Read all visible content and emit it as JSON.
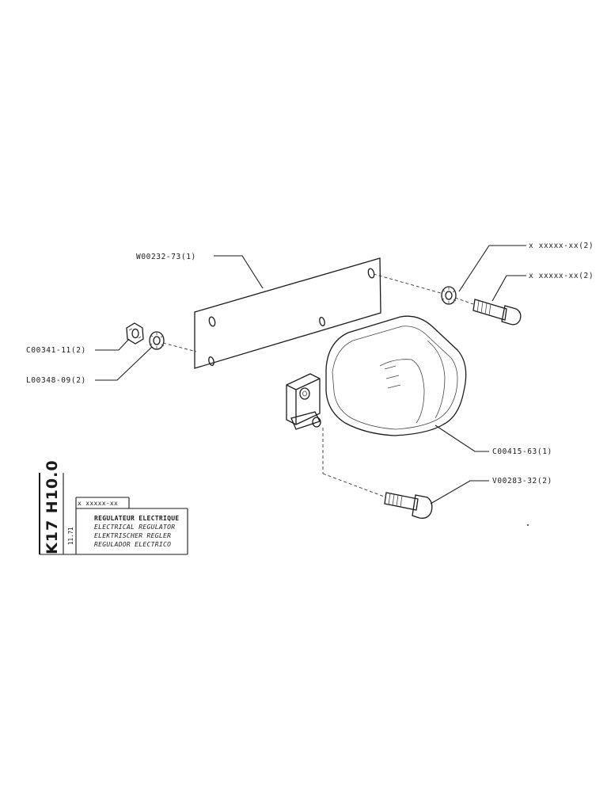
{
  "labels": {
    "plate": "W00232-73(1)",
    "washer_top": "x xxxxx-xx(2)",
    "screw_top": "x xxxxx-xx(2)",
    "nut": "C00341-11(2)",
    "lock_washer": "L00348-09(2)",
    "regulator": "C00415-63(1)",
    "screw_bottom": "V00283-32(2)"
  },
  "title_block": {
    "kit_code": "K17 H10.0",
    "date": "11.71",
    "ref": "x xxxxx-xx",
    "lines": [
      "REGULATEUR ELECTRIQUE",
      "ELECTRICAL REGULATOR",
      "ELEKTRISCHER REGLER",
      "REGULADOR ELECTRICO"
    ]
  }
}
